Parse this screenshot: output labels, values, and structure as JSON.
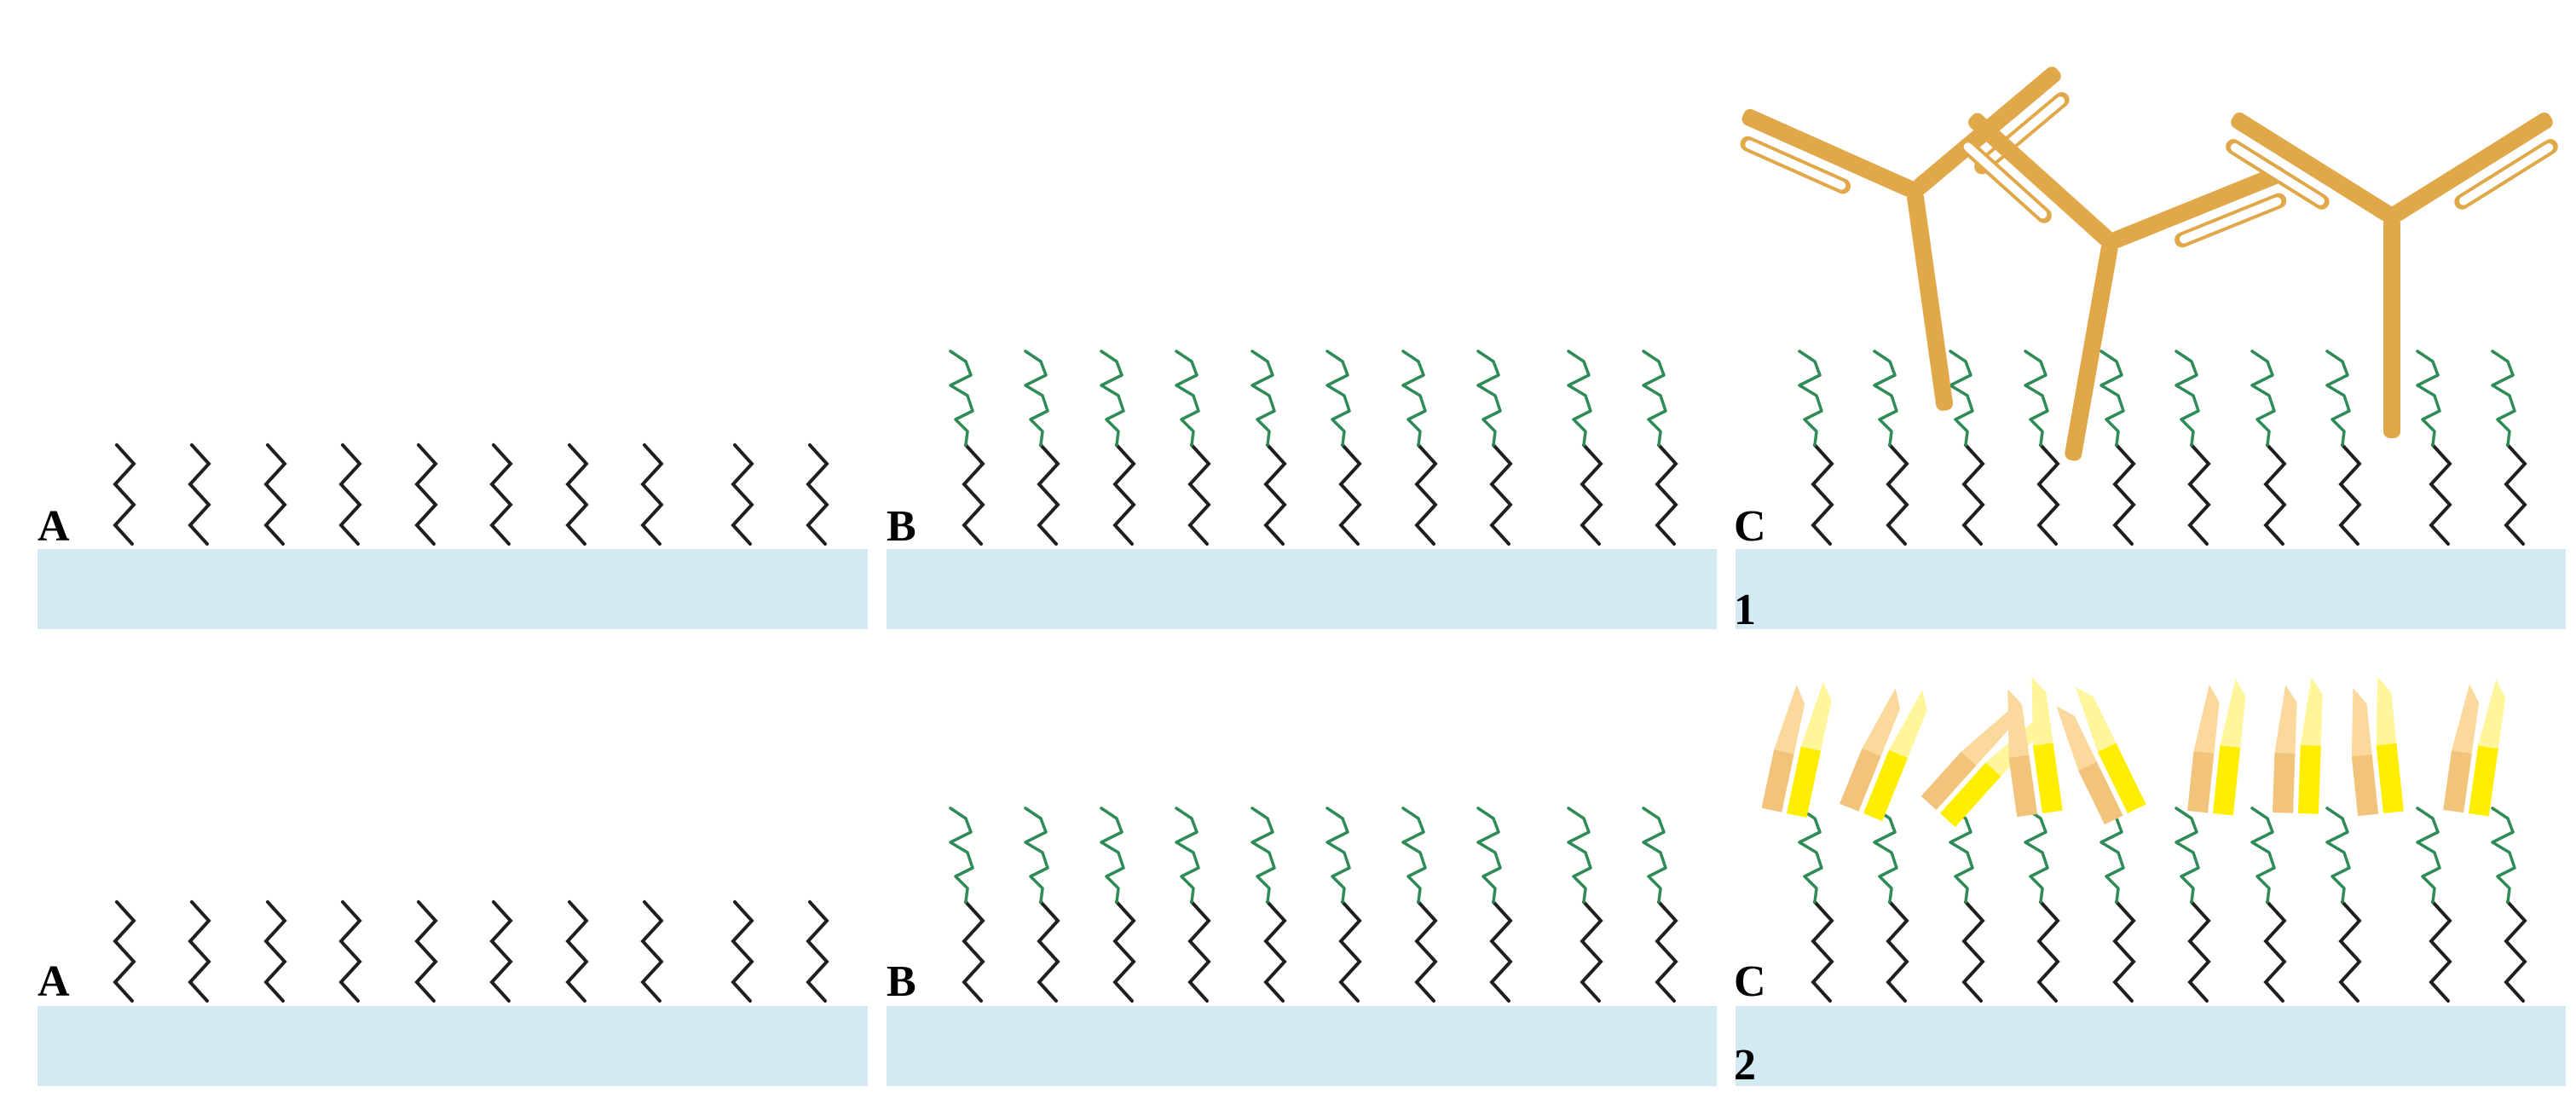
{
  "colors": {
    "substrate": "#d4eaf3",
    "base_chain": "#1f1f1f",
    "linker_chain": "#2e8b57",
    "antibody": "#e1a84a",
    "antibody_inner": "#ffffff",
    "fragment_dark": "#f2c37b",
    "fragment_light": "#fbd89c",
    "fragment_yellow": "#ffee00",
    "fragment_pale_yellow": "#fff59a"
  },
  "rows": [
    {
      "id": "1",
      "row_label": "1",
      "panels": [
        {
          "label": "A",
          "layers": [
            "base_chains"
          ]
        },
        {
          "label": "B",
          "layers": [
            "base_chains",
            "linker_chains"
          ]
        },
        {
          "label": "C",
          "layers": [
            "base_chains",
            "linker_chains",
            "whole_antibodies"
          ]
        }
      ]
    },
    {
      "id": "2",
      "row_label": "2",
      "panels": [
        {
          "label": "A",
          "layers": [
            "base_chains"
          ]
        },
        {
          "label": "B",
          "layers": [
            "base_chains",
            "linker_chains"
          ]
        },
        {
          "label": "C",
          "layers": [
            "base_chains",
            "linker_chains",
            "antibody_fragments"
          ]
        }
      ]
    }
  ],
  "icons": {
    "base_chain": "zigzag-chain-icon",
    "linker_chain": "linker-chain-icon",
    "antibody": "y-antibody-icon",
    "fragment": "antibody-fragment-icon"
  }
}
